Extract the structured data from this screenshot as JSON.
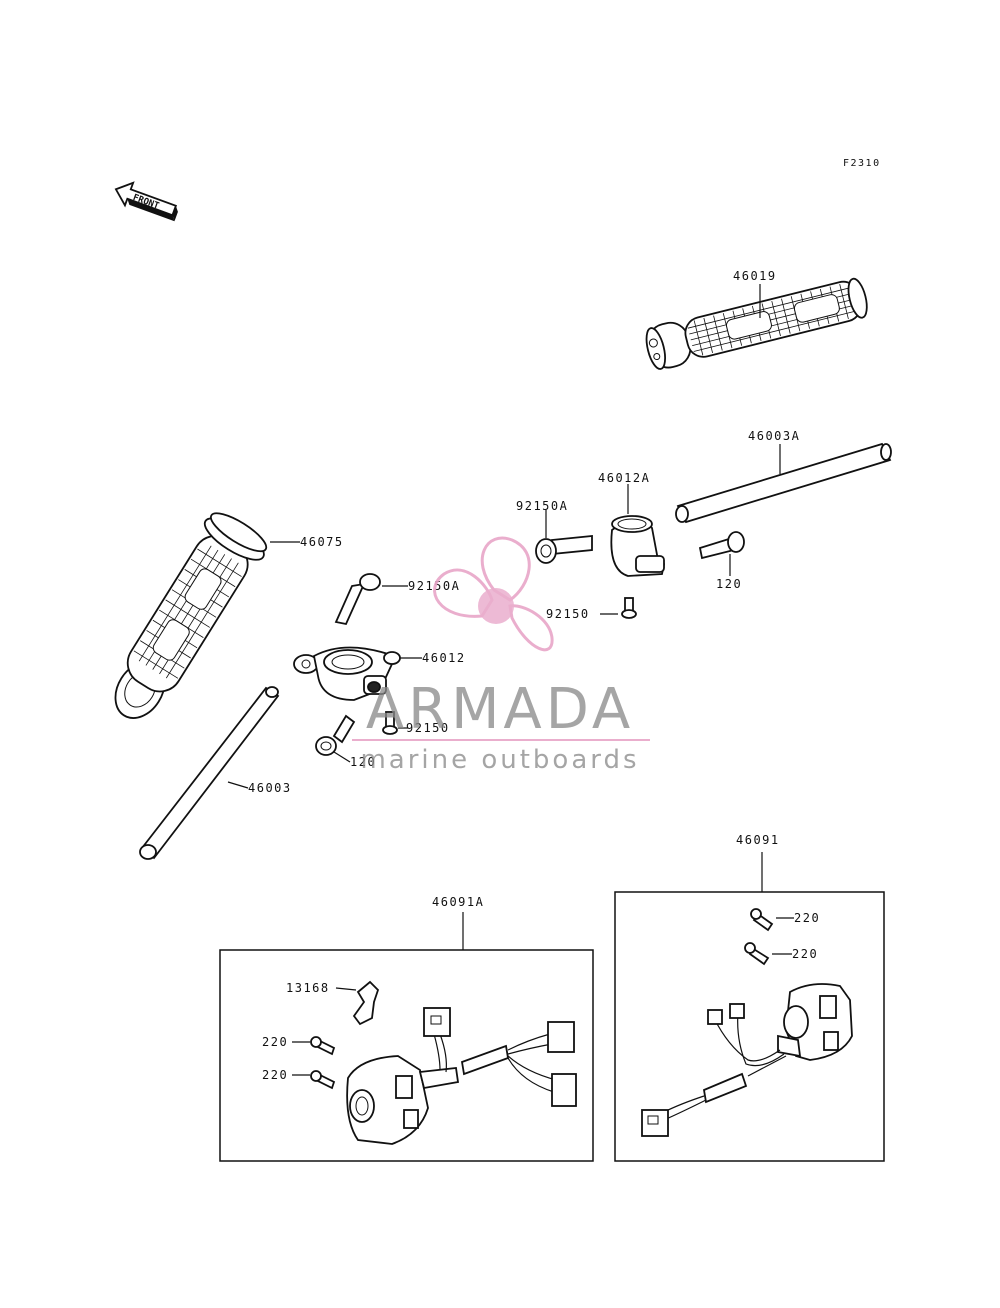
{
  "diagram": {
    "figure_code": "F2310",
    "front_arrow_label": "FRONT",
    "part_labels": {
      "p46019": "46019",
      "p46003A": "46003A",
      "p46012A": "46012A",
      "p92150A_top": "92150A",
      "p120_right": "120",
      "p92150_right": "92150",
      "p46075": "46075",
      "p92150A_left": "92150A",
      "p46012": "46012",
      "p92150_left": "92150",
      "p120_left": "120",
      "p46003": "46003",
      "p46091": "46091",
      "p46091A": "46091A",
      "p13168": "13168",
      "p220_a": "220",
      "p220_b": "220",
      "p220_c": "220",
      "p220_d": "220"
    }
  },
  "watermark": {
    "brand": "ARMADA",
    "tagline": "marine outboards",
    "colors": {
      "pink": "#e8a6c8",
      "pink_dark": "#d98bb4",
      "gray": "#8a8a8a"
    }
  }
}
